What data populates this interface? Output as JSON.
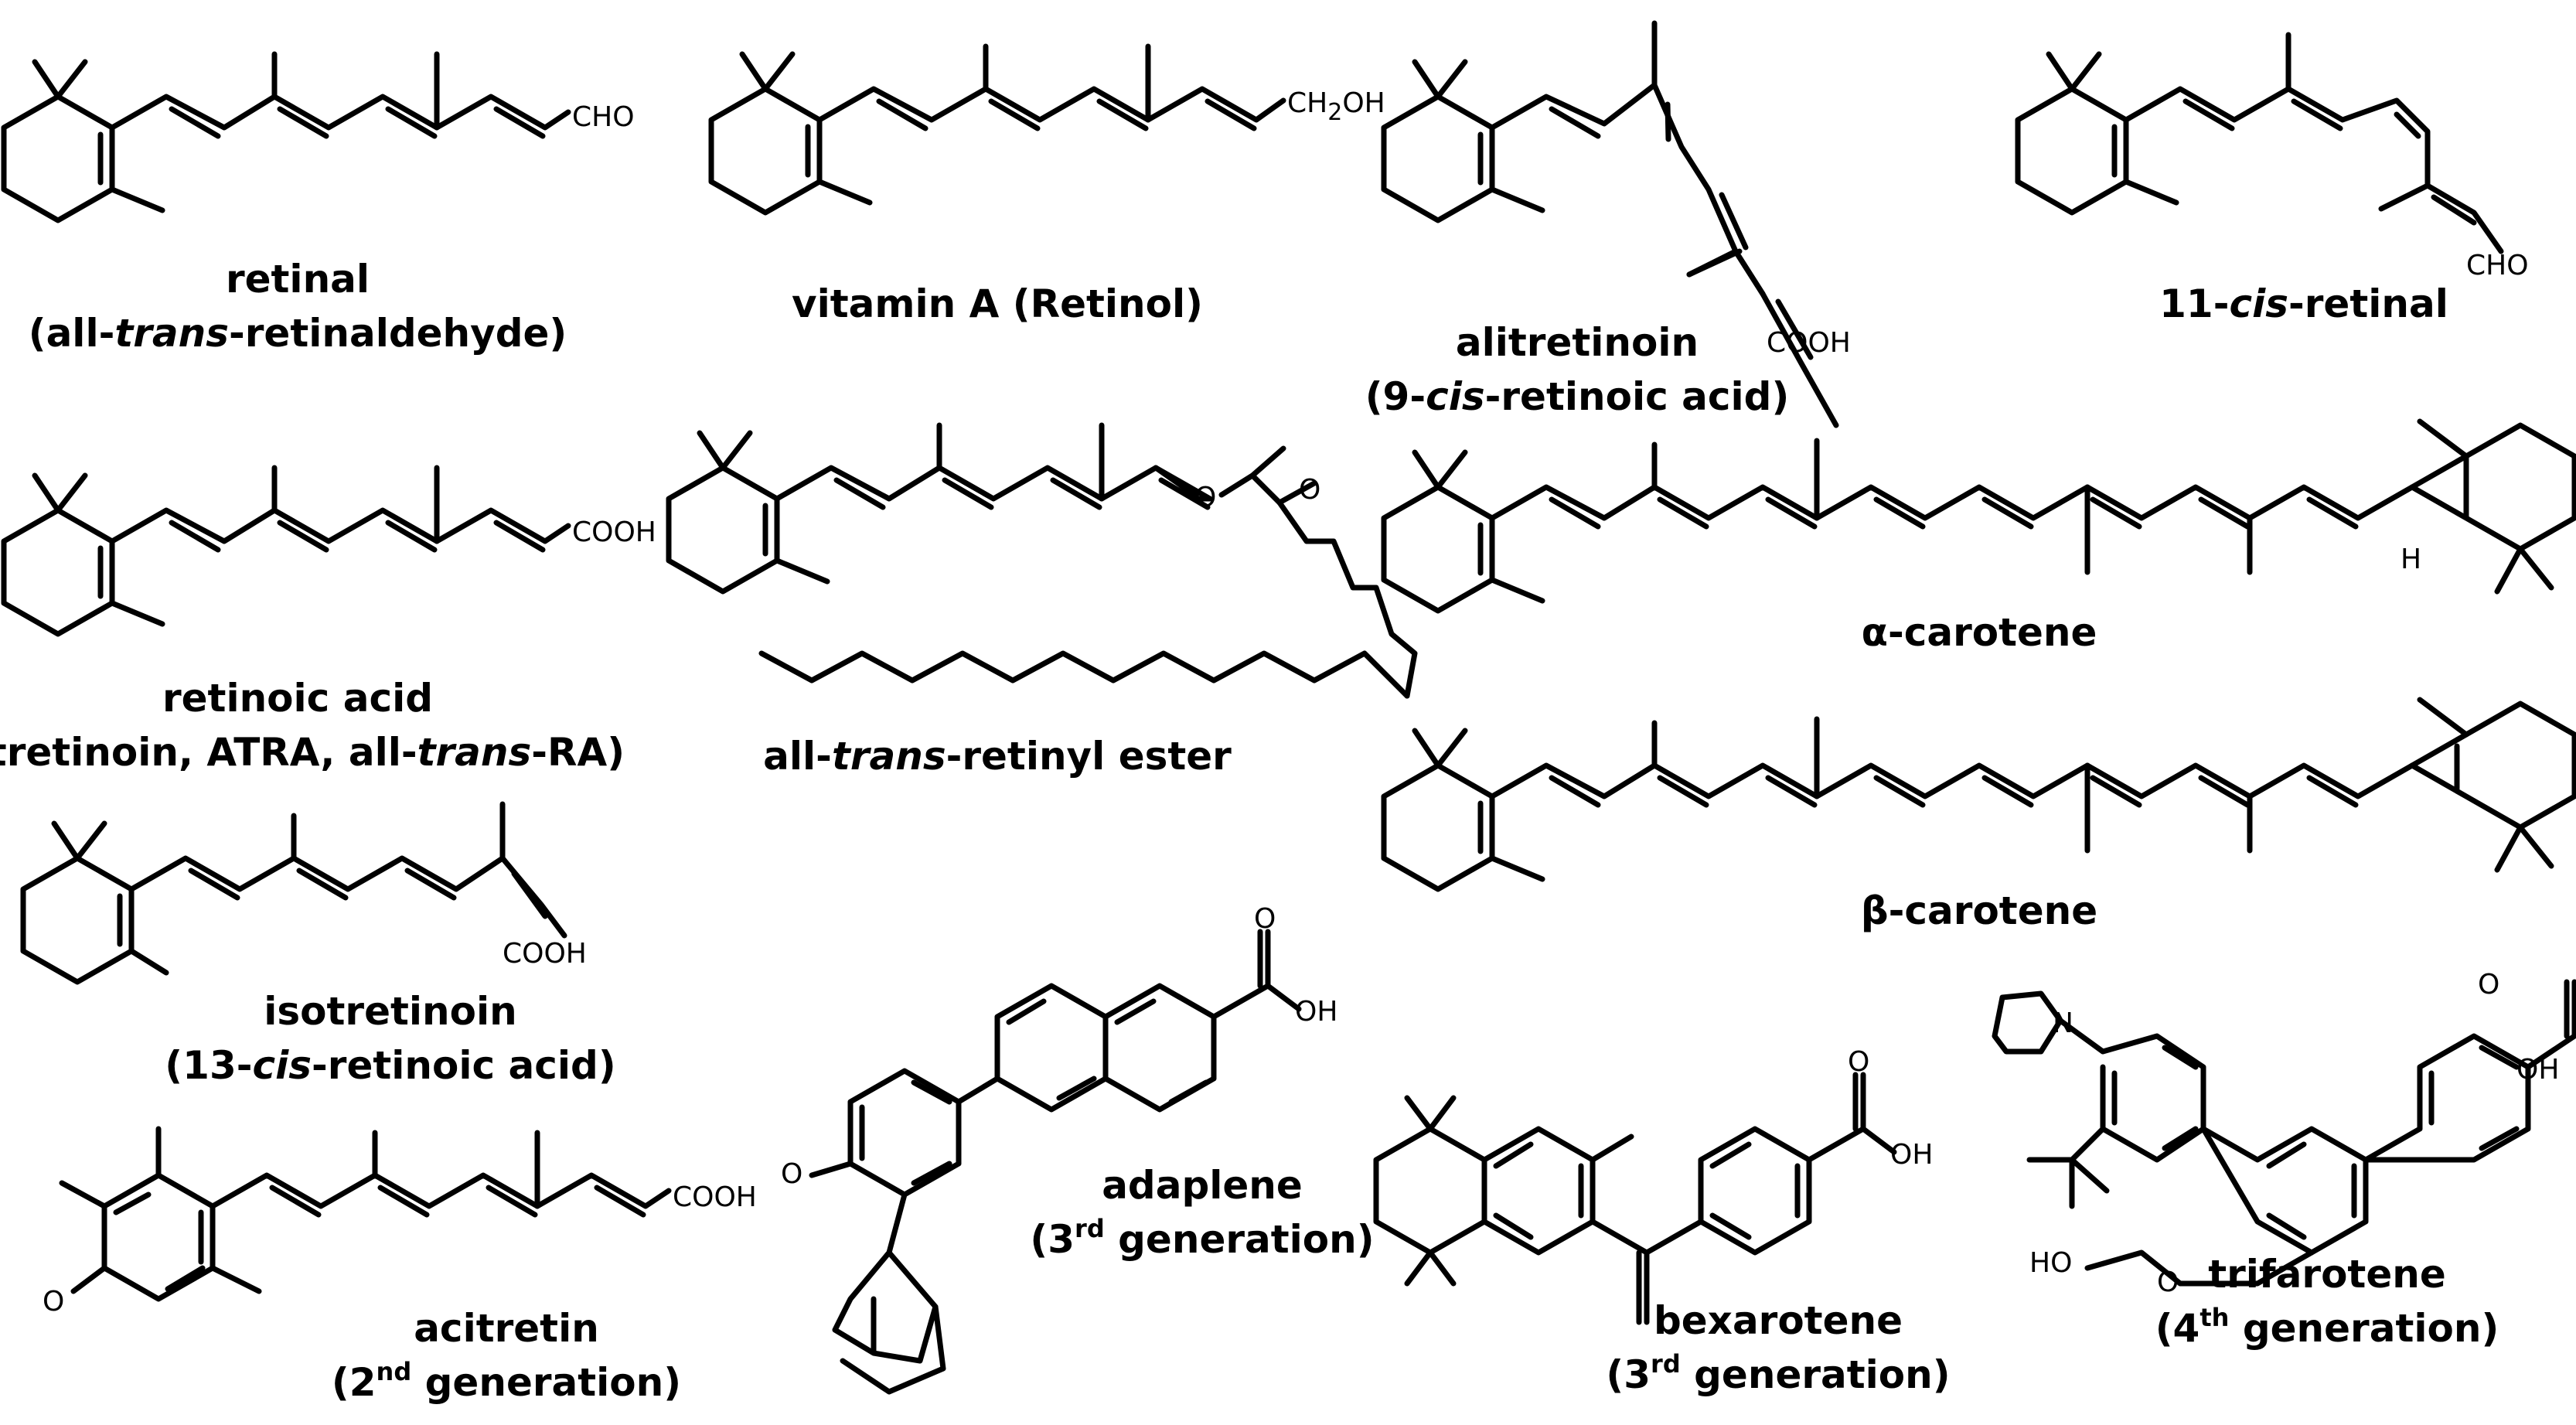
{
  "compounds": [
    {
      "id": "retinal",
      "name": "retinal",
      "alt_pre": "(all-",
      "alt_it": "trans",
      "alt_post": "-retinaldehyde)",
      "group": "CHO"
    },
    {
      "id": "retinol",
      "name": "vitamin A (Retinol)",
      "group": "CH",
      "group_sub": "2",
      "group_post": "OH"
    },
    {
      "id": "alitretinoin",
      "name": "alitretinoin",
      "alt_pre": "(9-",
      "alt_it": "cis",
      "alt_post": "-retinoic acid)",
      "group": "COOH"
    },
    {
      "id": "cis-retinal",
      "name_pre": "11-",
      "name_it": "cis",
      "name_post": "-retinal",
      "group": "CHO"
    },
    {
      "id": "retinoic-acid",
      "name": "retinoic acid",
      "alt_pre": "(tretinoin, ATRA, all-",
      "alt_it": "trans",
      "alt_post": "-RA)",
      "group": "COOH"
    },
    {
      "id": "retinyl-ester",
      "name_pre": "all-",
      "name_it": "trans",
      "name_post": "-retinyl ester",
      "atom_o1": "O",
      "atom_o2": "O"
    },
    {
      "id": "alpha-carotene",
      "name": "α-carotene",
      "atom_h": "H"
    },
    {
      "id": "beta-carotene",
      "name": "β-carotene"
    },
    {
      "id": "isotretinoin",
      "name": "isotretinoin",
      "alt_pre": "(13-",
      "alt_it": "cis",
      "alt_post": "-retinoic acid)",
      "group": "COOH"
    },
    {
      "id": "adapalene",
      "name": "adaplene",
      "gen_pre": "(3",
      "gen_sup": "rd",
      "gen_post": " generation)",
      "atom_o1": "O",
      "atom_oh": "OH",
      "atom_o2": "O"
    },
    {
      "id": "bexarotene",
      "name": "bexarotene",
      "gen_pre": "(3",
      "gen_sup": "rd",
      "gen_post": " generation)",
      "atom_o1": "O",
      "atom_oh": "OH"
    },
    {
      "id": "trifarotene",
      "name": "trifarotene",
      "gen_pre": "(4",
      "gen_sup": "th",
      "gen_post": " generation)",
      "atom_n": "N",
      "atom_ho": "HO",
      "atom_o1": "O",
      "atom_o2": "O",
      "atom_oh": "OH"
    },
    {
      "id": "acitretin",
      "name": "acitretin",
      "gen_pre": "(2",
      "gen_sup": "nd",
      "gen_post": " generation)",
      "atom_o": "O",
      "group": "COOH"
    }
  ]
}
